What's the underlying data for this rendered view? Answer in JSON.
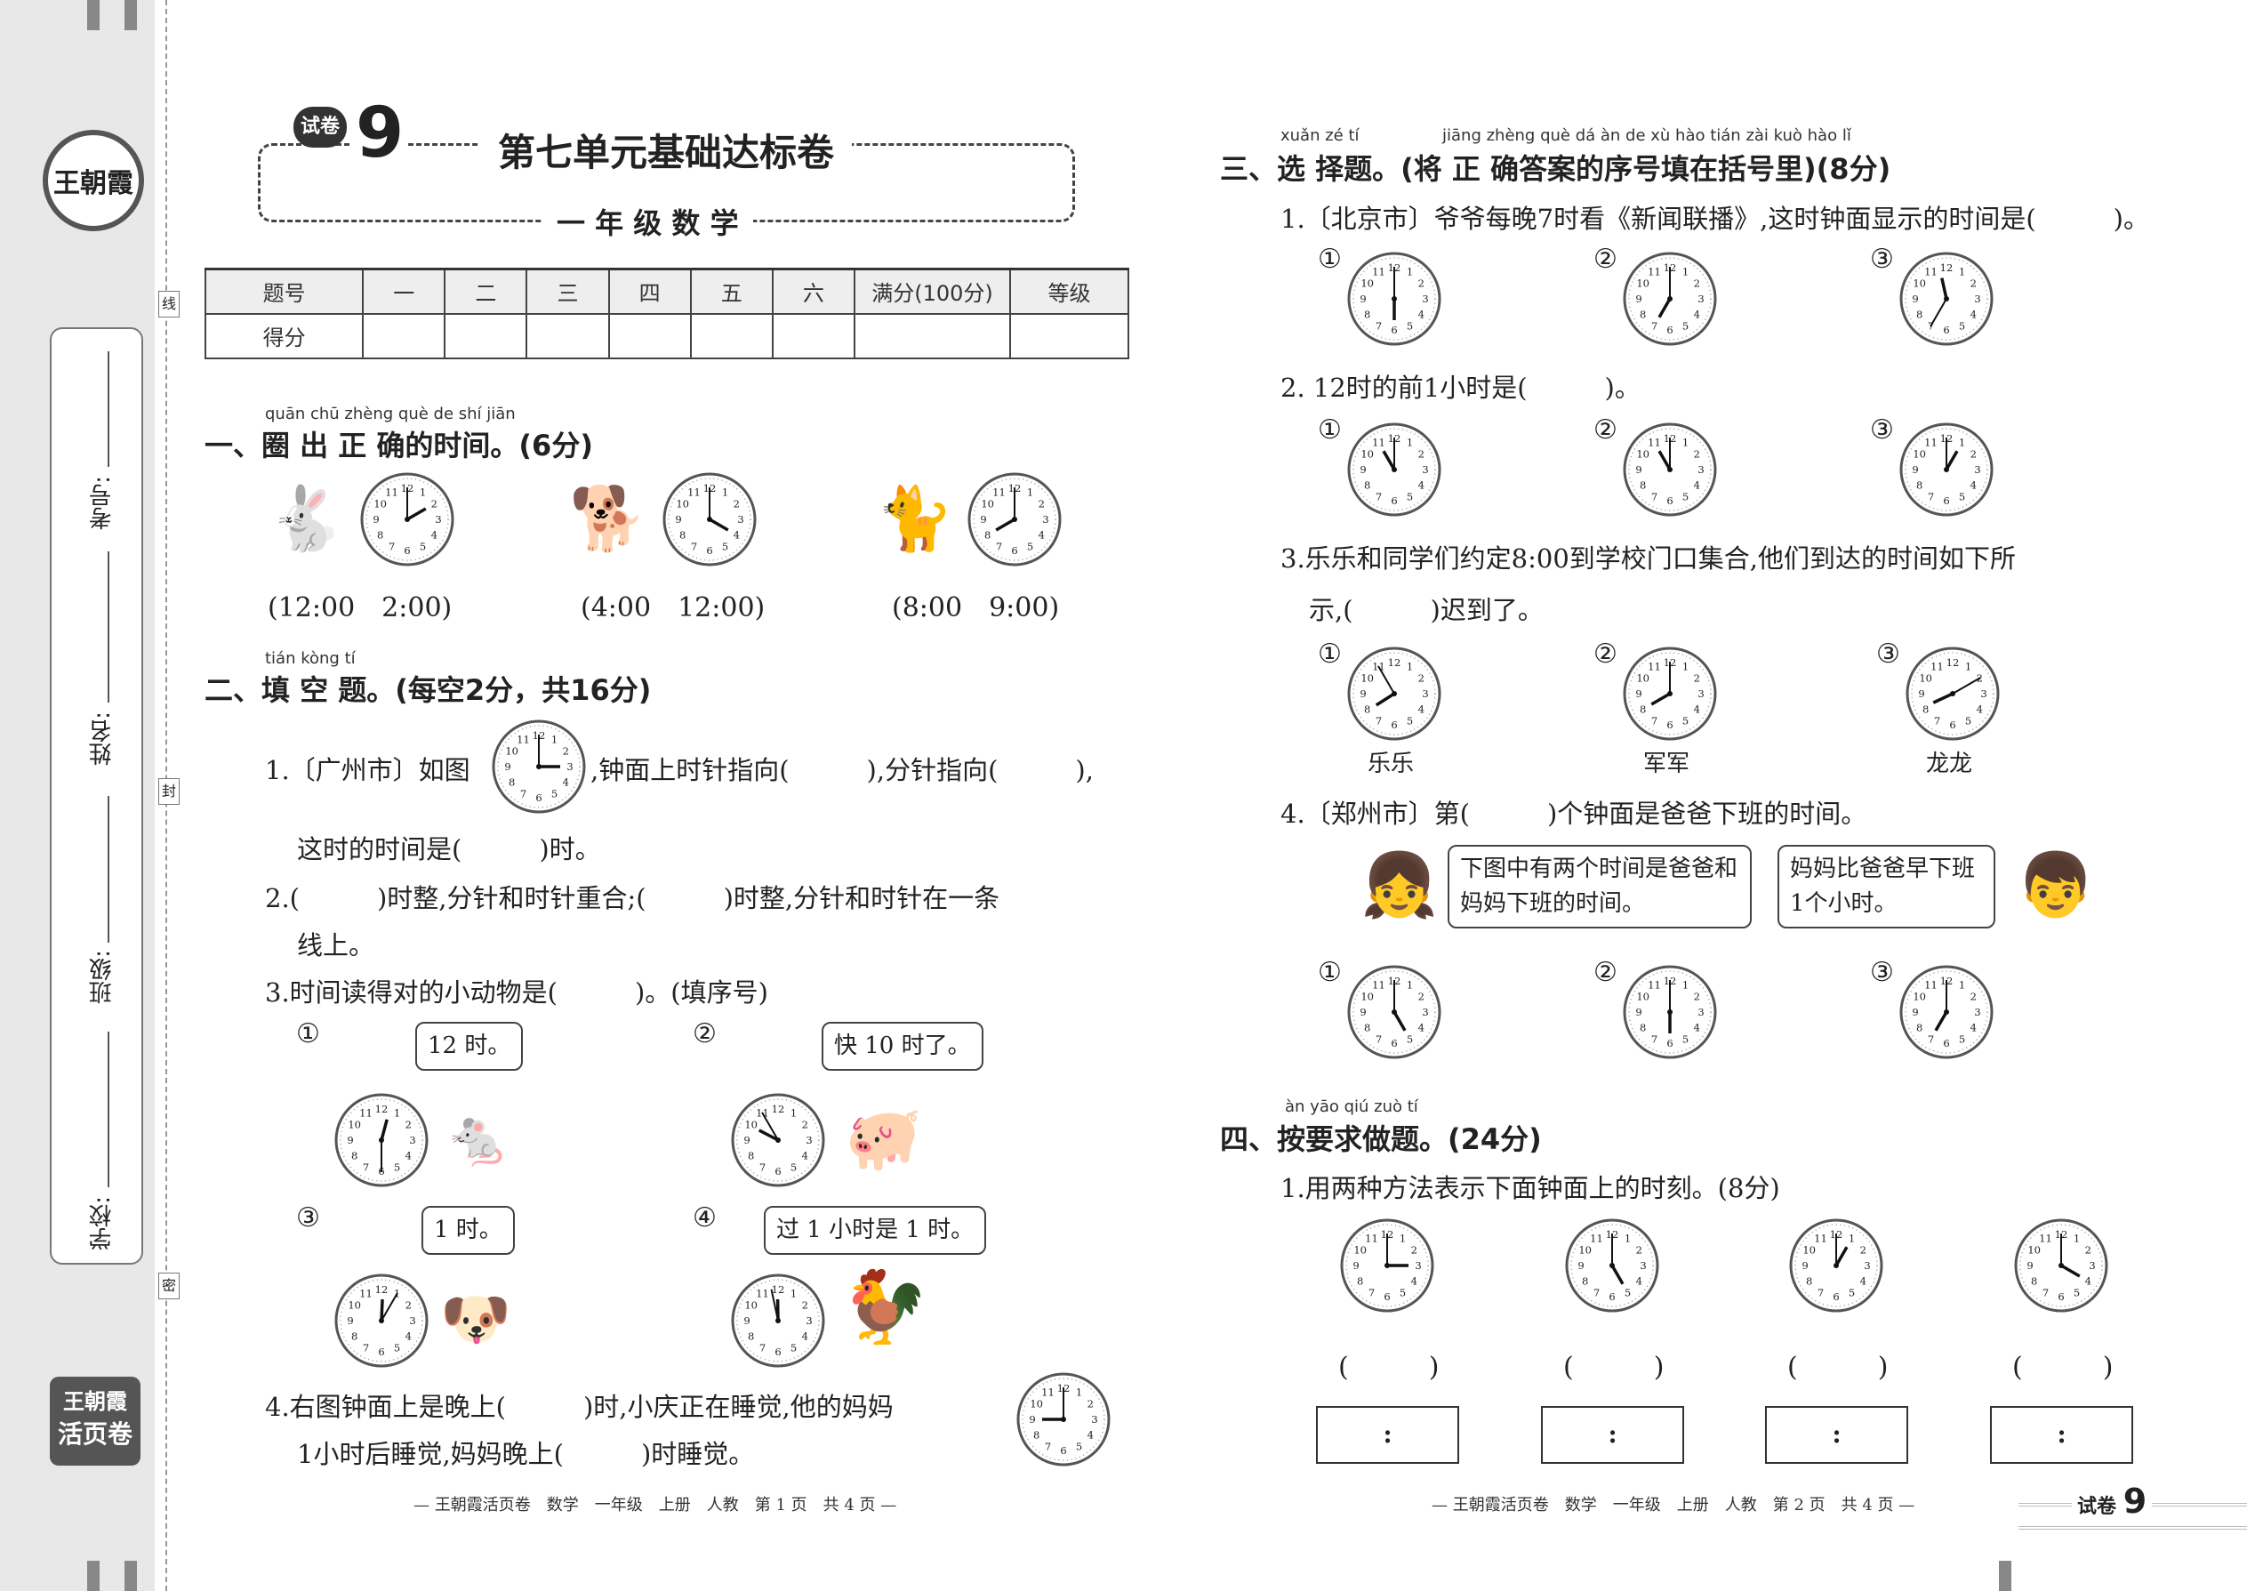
{
  "sidebar": {
    "fields": [
      "考号:",
      "姓名:",
      "班级:",
      "学校:"
    ],
    "tabs": [
      "线",
      "封",
      "密"
    ],
    "logo": "王朝霞",
    "bottom_logo": [
      "王朝霞",
      "活页卷"
    ]
  },
  "header": {
    "badge": "试卷",
    "number": "9",
    "title": "第七单元基础达标卷",
    "subtitle": "一 年 级 数 学"
  },
  "score_table": {
    "row1": [
      "题号",
      "一",
      "二",
      "三",
      "四",
      "五",
      "六",
      "满分(100分)",
      "等级"
    ],
    "row2": [
      "得分",
      "",
      "",
      "",
      "",
      "",
      "",
      "",
      ""
    ]
  },
  "sec1": {
    "pinyin": "quān chū zhèng què de shí jiān",
    "title": "一、圈 出 正 确的时间。(6分)",
    "items": [
      {
        "options": "(12:00　2:00)",
        "h": 2,
        "m": 0
      },
      {
        "options": "(4:00　12:00)",
        "h": 4,
        "m": 0
      },
      {
        "options": "(8:00　9:00)",
        "h": 8,
        "m": 0
      }
    ]
  },
  "sec2": {
    "pinyin": "tián kòng tí",
    "title": "二、填 空 题。(每空2分，共16分)",
    "q1a": "1.〔广州市〕如图",
    "q1b": ",钟面上时针指向(　　　),分针指向(　　　),",
    "q1c": "这时的时间是(　　　)时。",
    "q1clock": {
      "h": 3,
      "m": 0
    },
    "q2a": "2.(　　　)时整,分针和时针重合;(　　　)时整,分针和时针在一条",
    "q2b": "线上。",
    "q3": "3.时间读得对的小动物是(　　　)。(填序号)",
    "q3opts": [
      {
        "n": "①",
        "say": "12 时。",
        "h": 12,
        "m": 30
      },
      {
        "n": "②",
        "say": "快 10 时了。",
        "h": 9,
        "m": 55
      },
      {
        "n": "③",
        "say": "1 时。",
        "h": 12,
        "m": 5
      },
      {
        "n": "④",
        "say": "过 1 小时是 1 时。",
        "h": 11,
        "m": 58
      }
    ],
    "q4a": "4.右图钟面上是晚上(　　　)时,小庆正在睡觉,他的妈妈",
    "q4b": "1小时后睡觉,妈妈晚上(　　　)时睡觉。",
    "q4clock": {
      "h": 9,
      "m": 0
    }
  },
  "footer_left": "— 王朝霞活页卷　数学　一年级　上册　人教　第 1 页　共 4 页 —",
  "sec3": {
    "pinyin1": "xuǎn zé  tí",
    "pinyin2": "jiāng zhèng què dá  àn  de  xù hào tián zài kuò hào  lǐ",
    "title": "三、选 择题。(将 正 确答案的序号填在括号里)(8分)",
    "q1": "1.〔北京市〕爷爷每晚7时看《新闻联播》,这时钟面显示的时间是(　　　)。",
    "q1clocks": [
      {
        "n": "①",
        "h": 6,
        "m": 0
      },
      {
        "n": "②",
        "h": 7,
        "m": 0
      },
      {
        "n": "③",
        "h": 11,
        "m": 35
      }
    ],
    "q2": "2. 12时的前1小时是(　　　)。",
    "q2clocks": [
      {
        "n": "①",
        "h": 11,
        "m": 0
      },
      {
        "n": "②",
        "h": 11,
        "m": 0
      },
      {
        "n": "③",
        "h": 1,
        "m": 0
      }
    ],
    "q3a": "3.乐乐和同学们约定8:00到学校门口集合,他们到达的时间如下所",
    "q3b": "示,(　　　)迟到了。",
    "q3clocks": [
      {
        "n": "①",
        "name": "乐乐",
        "h": 7,
        "m": 55
      },
      {
        "n": "②",
        "name": "军军",
        "h": 8,
        "m": 0
      },
      {
        "n": "③",
        "name": "龙龙",
        "h": 8,
        "m": 10
      }
    ],
    "q4": "4.〔郑州市〕第(　　　)个钟面是爸爸下班的时间。",
    "bubble1": "下图中有两个时间是爸爸和妈妈下班的时间。",
    "bubble2": "妈妈比爸爸早下班1个小时。",
    "q4clocks": [
      {
        "n": "①",
        "h": 5,
        "m": 0
      },
      {
        "n": "②",
        "h": 6,
        "m": 0
      },
      {
        "n": "③",
        "h": 7,
        "m": 0
      }
    ]
  },
  "sec4": {
    "pinyin": "àn yāo qiú zuò  tí",
    "title": "四、按要求做题。(24分)",
    "q1": "1.用两种方法表示下面钟面上的时刻。(8分)",
    "clocks": [
      {
        "h": 3,
        "m": 0,
        "paren": "(　　　)",
        "box": ":"
      },
      {
        "h": 5,
        "m": 0,
        "paren": "(　　　)",
        "box": ":"
      },
      {
        "h": 1,
        "m": 0,
        "paren": "(　　　)",
        "box": ":"
      },
      {
        "h": 4,
        "m": 0,
        "paren": "(　　　)",
        "box": ":"
      }
    ]
  },
  "footer_right": "— 王朝霞活页卷　数学　一年级　上册　人教　第 2 页　共 4 页 —",
  "corner_badge": {
    "label": "试卷",
    "number": "9"
  }
}
